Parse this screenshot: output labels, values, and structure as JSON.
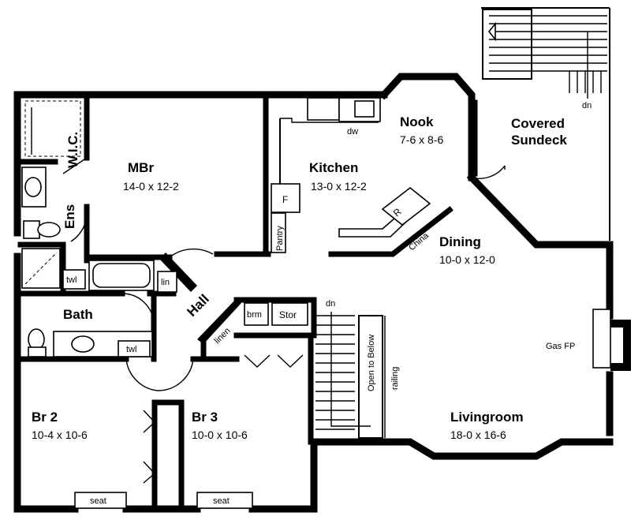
{
  "rooms": {
    "mbr": {
      "name": "MBr",
      "dims": "14-0 x 12-2"
    },
    "kitchen": {
      "name": "Kitchen",
      "dims": "13-0 x 12-2"
    },
    "nook": {
      "name": "Nook",
      "dims": "7-6 x 8-6"
    },
    "sundeck": {
      "name_line1": "Covered",
      "name_line2": "Sundeck"
    },
    "dining": {
      "name": "Dining",
      "dims": "10-0 x 12-0"
    },
    "livingroom": {
      "name": "Livingroom",
      "dims": "18-0 x 16-6"
    },
    "bath": {
      "name": "Bath"
    },
    "br2": {
      "name": "Br 2",
      "dims": "10-4 x 10-6"
    },
    "br3": {
      "name": "Br 3",
      "dims": "10-0 x 10-6"
    },
    "hall": {
      "name": "Hall"
    },
    "wic": {
      "name": "W.I.C."
    },
    "ens": {
      "name": "Ens"
    }
  },
  "labels": {
    "dw": "dw",
    "fridge": "F",
    "pantry": "Pantry",
    "range": "R",
    "china": "China",
    "twl": "twl",
    "lin": "lin",
    "linen": "linen",
    "brm": "brm",
    "stor": "Stor",
    "dn": "dn",
    "open_to_below": "Open to Below",
    "railing": "railing",
    "gas_fp": "Gas FP",
    "seat": "seat"
  }
}
